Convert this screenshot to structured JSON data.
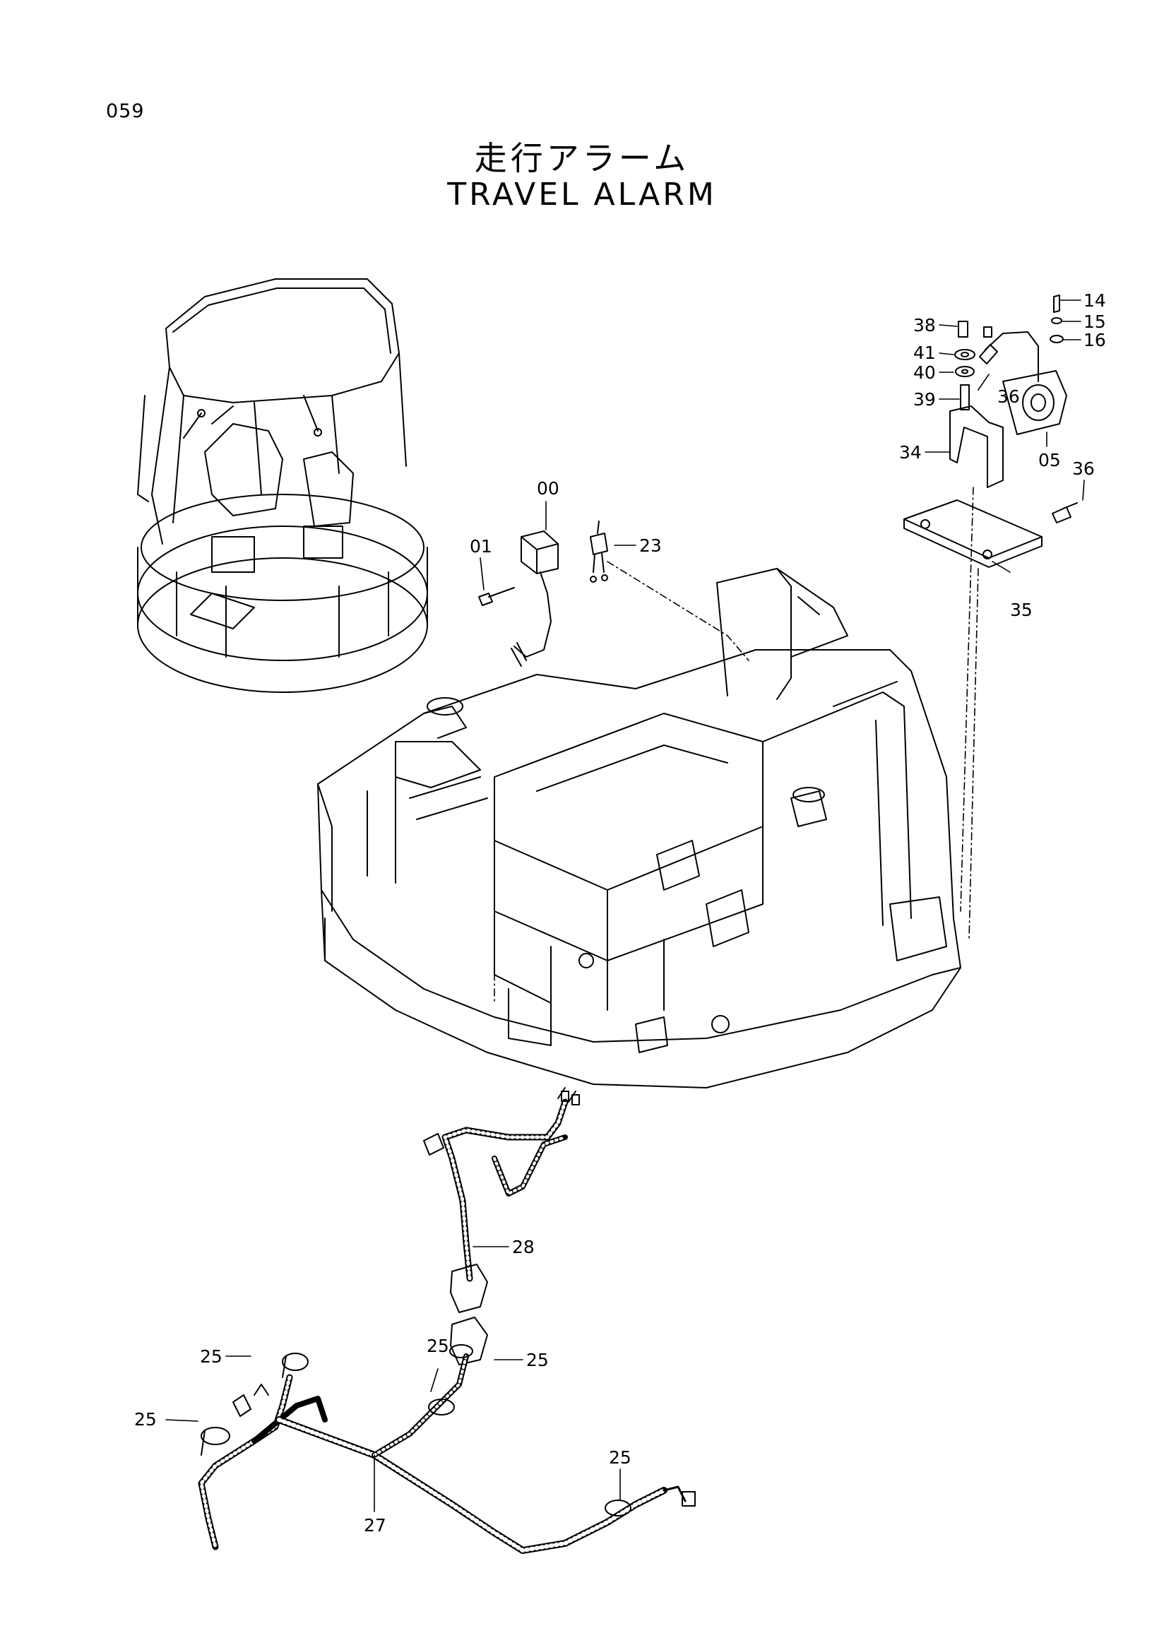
{
  "page_number": "059",
  "title_jp": "走行アラーム",
  "title_en": "TRAVEL ALARM",
  "callouts": [
    "14",
    "15",
    "16",
    "38",
    "41",
    "40",
    "39",
    "36",
    "05",
    "34",
    "36",
    "35",
    "00",
    "01",
    "23",
    "28",
    "25",
    "25",
    "25",
    "25",
    "25",
    "27"
  ]
}
